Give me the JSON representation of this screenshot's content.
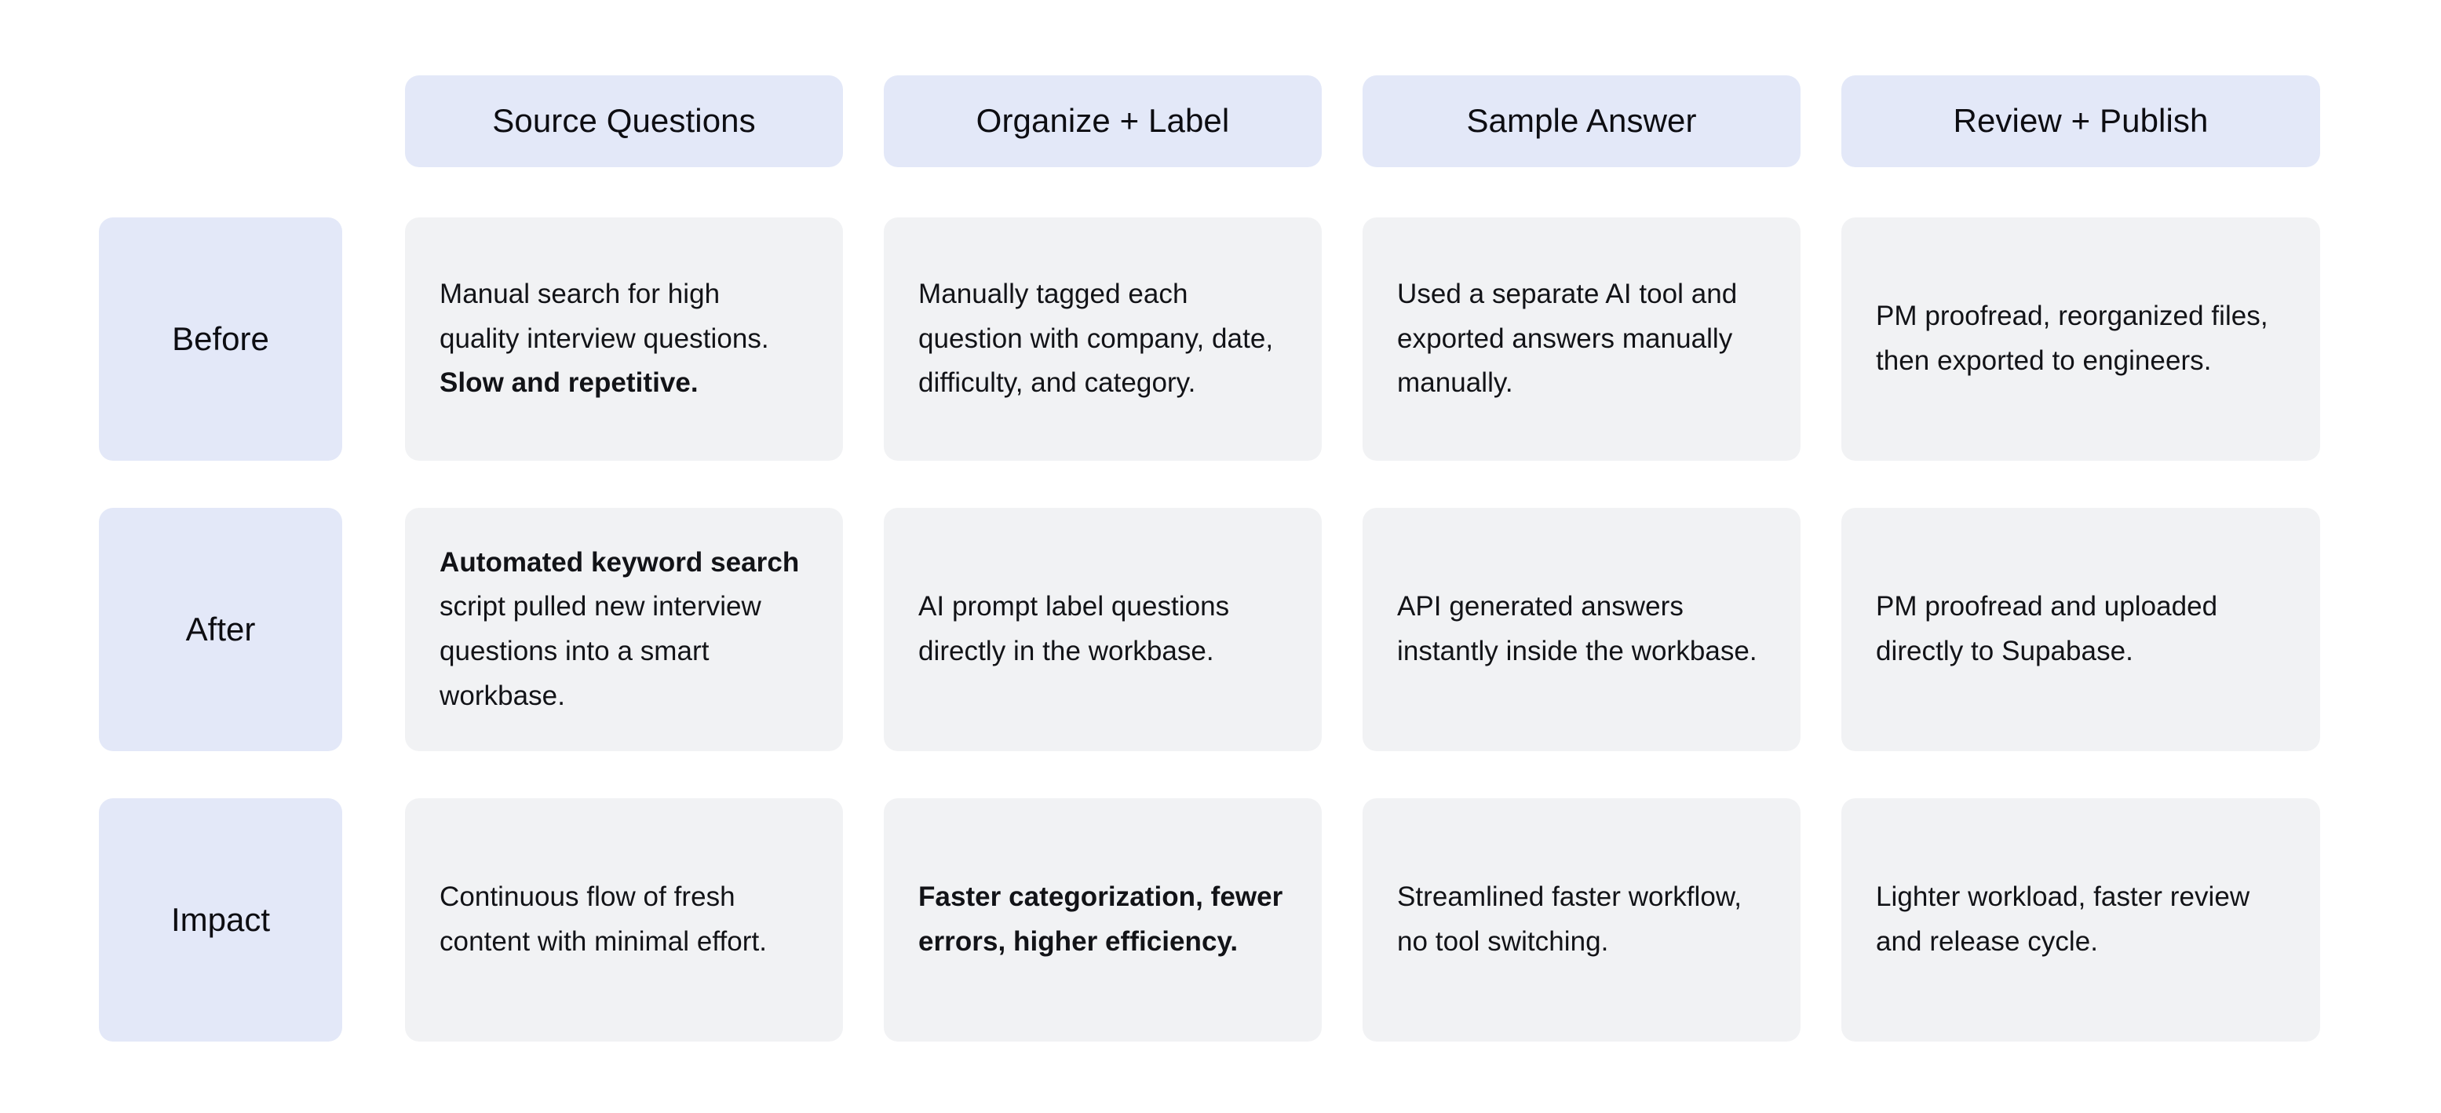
{
  "theme": {
    "page_background": "#ffffff",
    "header_chip_background": "#e3e8f8",
    "row_label_chip_background": "#e3e8f8",
    "content_card_background": "#f1f2f4",
    "text_color": "#121317"
  },
  "matrix": {
    "corner_label": "",
    "column_headers": [
      {
        "label": "Source Questions"
      },
      {
        "label": "Organize + Label"
      },
      {
        "label": "Sample Answer"
      },
      {
        "label": "Review + Publish"
      }
    ],
    "row_labels": [
      {
        "label": "Before"
      },
      {
        "label": "After"
      },
      {
        "label": "Impact"
      }
    ],
    "rows": [
      {
        "row_label": "Before",
        "cells": [
          {
            "plain_text": "Manual search for high quality interview questions. Slow and repetitive.",
            "segments": [
              {
                "text": "Manual search for high quality interview questions. ",
                "bold": false
              },
              {
                "text": "Slow and repetitive.",
                "bold": true
              }
            ]
          },
          {
            "plain_text": "Manually tagged each question with company, date, difficulty, and category.",
            "segments": [
              {
                "text": "Manually tagged each question with company, date, difficulty, and category.",
                "bold": false
              }
            ]
          },
          {
            "plain_text": "Used a separate AI tool and exported answers manually manually.",
            "segments": [
              {
                "text": "Used a separate AI tool and exported answers manually manually.",
                "bold": false
              }
            ]
          },
          {
            "plain_text": "PM proofread, reorganized files, then exported to engineers.",
            "segments": [
              {
                "text": "PM proofread, reorganized files, then exported to engineers.",
                "bold": false
              }
            ]
          }
        ]
      },
      {
        "row_label": "After",
        "cells": [
          {
            "plain_text": "Automated keyword search script pulled new interview questions into a smart workbase.",
            "segments": [
              {
                "text": "Automated keyword search",
                "bold": true
              },
              {
                "text": " script pulled new interview questions into a smart workbase.",
                "bold": false
              }
            ]
          },
          {
            "plain_text": "AI prompt label questions directly in the workbase.",
            "segments": [
              {
                "text": "AI prompt label questions directly in the workbase.",
                "bold": false
              }
            ]
          },
          {
            "plain_text": "API generated answers instantly inside the workbase.",
            "segments": [
              {
                "text": "API generated answers instantly inside the workbase.",
                "bold": false
              }
            ]
          },
          {
            "plain_text": "PM proofread and uploaded directly to Supabase.",
            "segments": [
              {
                "text": "PM proofread and uploaded directly to Supabase.",
                "bold": false
              }
            ]
          }
        ]
      },
      {
        "row_label": "Impact",
        "cells": [
          {
            "plain_text": "Continuous flow of fresh content with minimal effort.",
            "segments": [
              {
                "text": "Continuous flow of fresh content with minimal effort.",
                "bold": false
              }
            ]
          },
          {
            "plain_text": "Faster categorization, fewer errors, higher efficiency.",
            "segments": [
              {
                "text": "Faster categorization, fewer errors, higher efficiency.",
                "bold": true
              }
            ]
          },
          {
            "plain_text": "Streamlined faster workflow, no tool switching.",
            "segments": [
              {
                "text": "Streamlined faster workflow, no tool switching.",
                "bold": false
              }
            ]
          },
          {
            "plain_text": "Lighter workload, faster review and release cycle.",
            "segments": [
              {
                "text": "Lighter workload, faster review and release cycle.",
                "bold": false
              }
            ]
          }
        ]
      }
    ]
  }
}
